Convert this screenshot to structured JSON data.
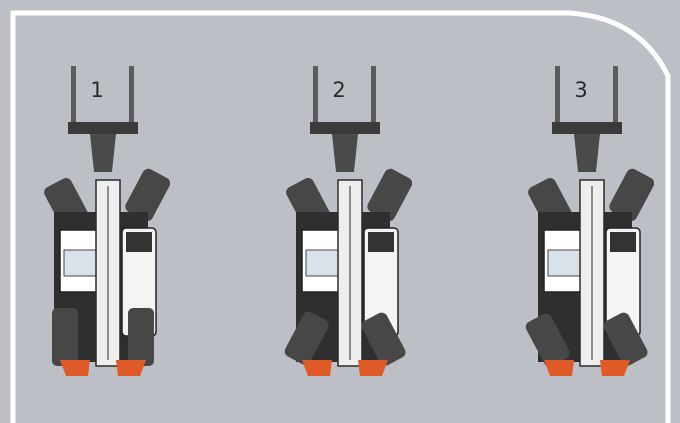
{
  "diagram": {
    "background_color": "#bcc0c6",
    "frame_color": "#ffffff",
    "accent_color": "#e05a28",
    "panels": [
      {
        "label": "1",
        "mode": "front-steer"
      },
      {
        "label": "2",
        "mode": "crab-steer"
      },
      {
        "label": "3",
        "mode": "all-wheel-steer"
      }
    ]
  }
}
